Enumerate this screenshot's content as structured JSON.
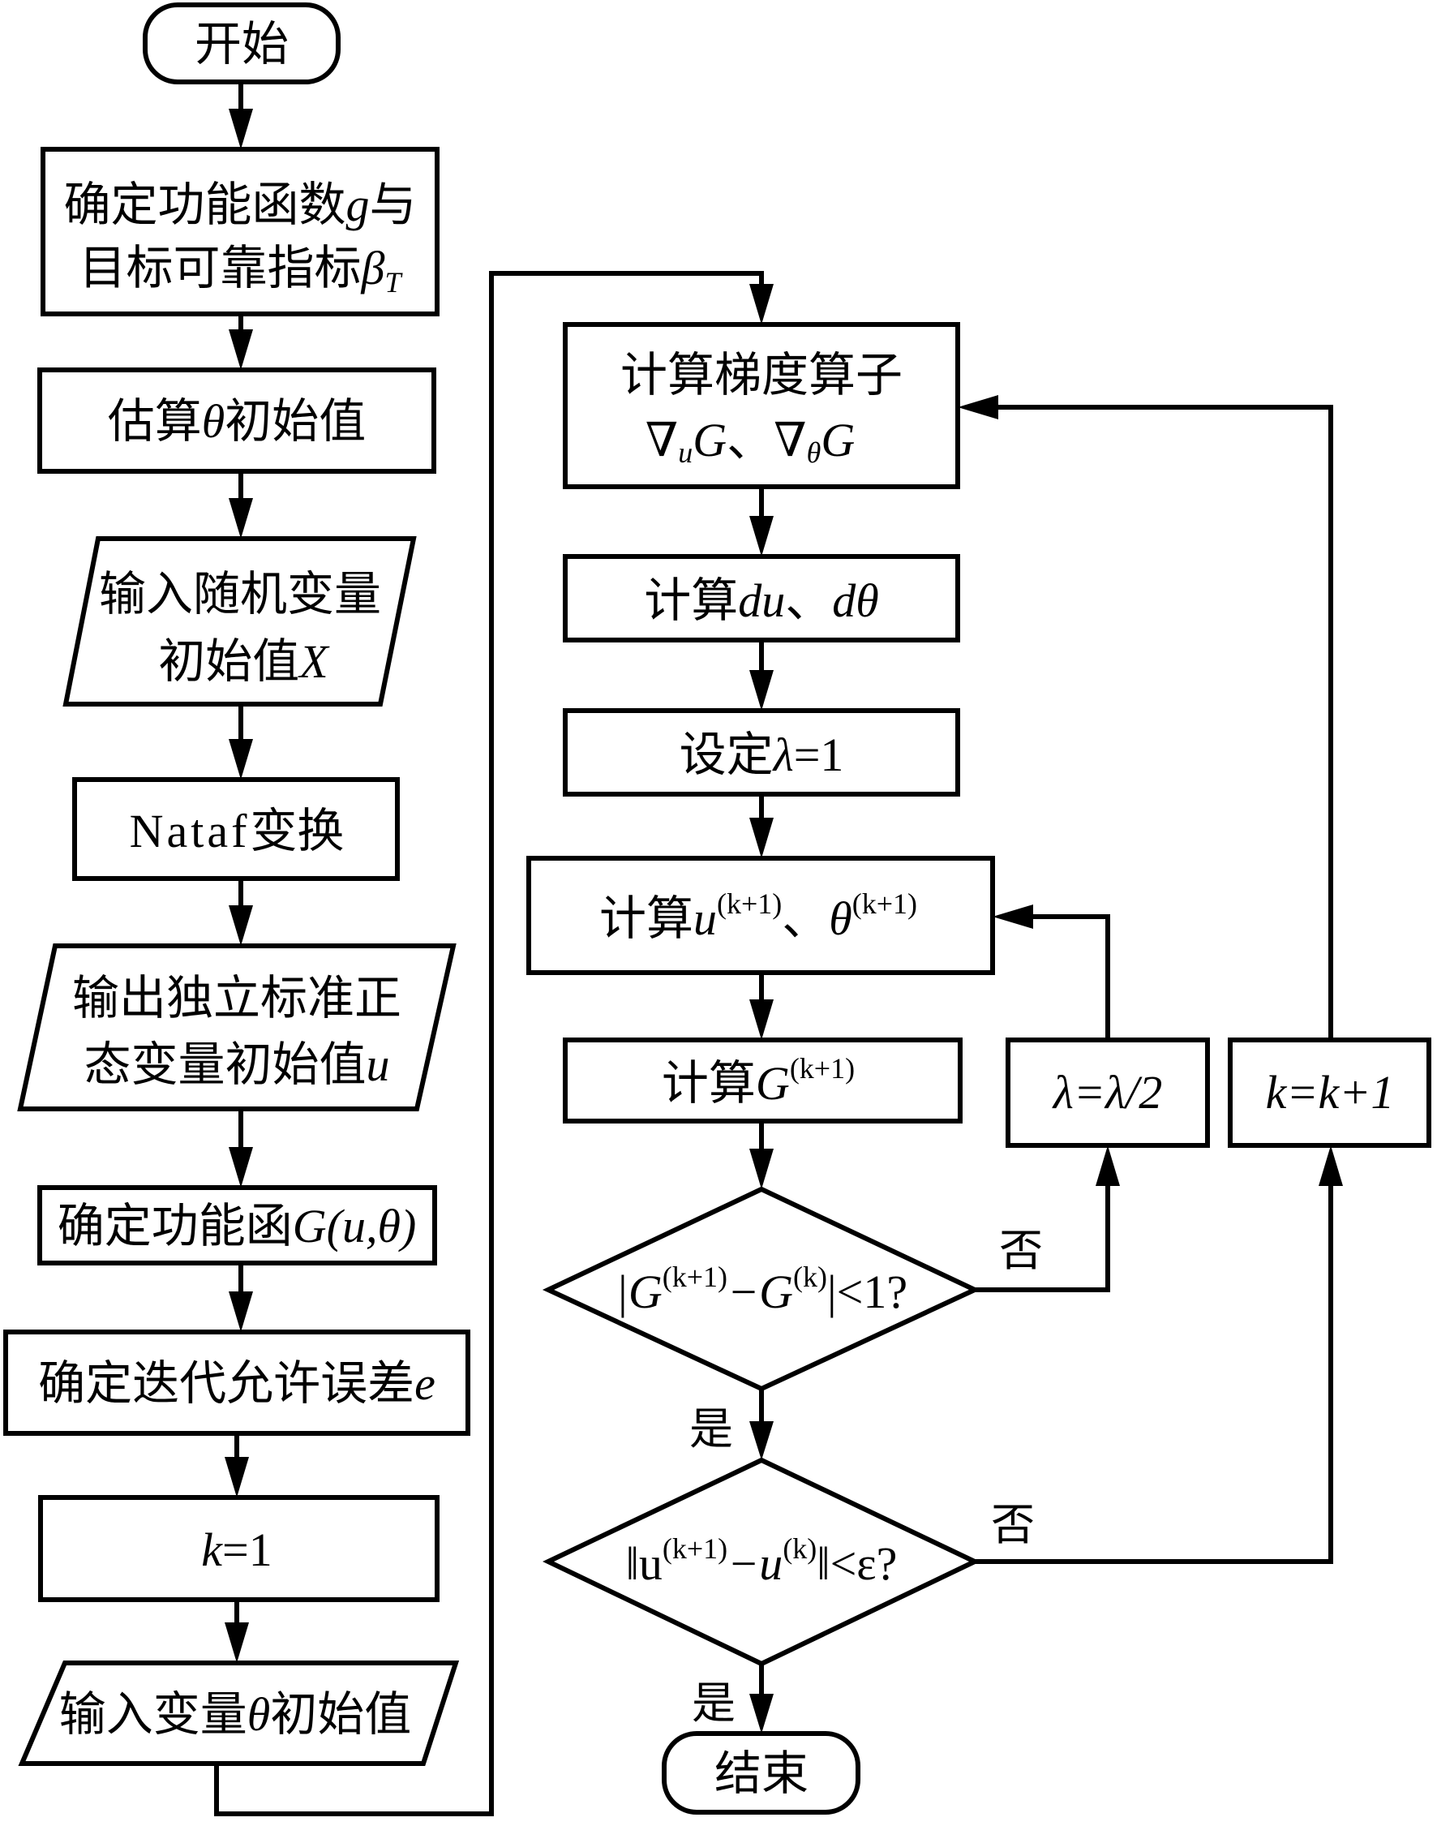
{
  "diagram": {
    "title": "Reliability-based iterative solution flowchart",
    "nodes": {
      "start": {
        "text": "开始"
      },
      "define_g": {
        "line1_cn": "确定功能函数",
        "line1_var": "g",
        "line1_tail": "与",
        "line2_cn": "目标可靠指标",
        "line2_var": "β",
        "line2_sub": "T"
      },
      "estimate_theta": {
        "pre": "估算",
        "var": "θ",
        "post": "初始值"
      },
      "input_x": {
        "line1": "输入随机变量",
        "line2_cn": "初始值",
        "line2_var": "X"
      },
      "nataf": {
        "latin": "Nataf",
        "cn": "变换"
      },
      "output_u": {
        "line1": "输出独立标准正",
        "line2_cn": "态变量初始值",
        "line2_var": "u"
      },
      "define_G": {
        "cn": "确定功能函",
        "var": "G",
        "args": "(u,θ)"
      },
      "define_e": {
        "cn": "确定迭代允许误差",
        "var": "e"
      },
      "k_init": {
        "var": "k",
        "rest": "=1"
      },
      "input_theta": {
        "pre": "输入变量",
        "var": "θ",
        "post": "初始值"
      },
      "grad": {
        "line1": "计算梯度算子",
        "nabla": "∇",
        "sub_u": "u",
        "G": "G",
        "sep": "、",
        "sub_theta": "θ"
      },
      "du_dtheta": {
        "pre": "计算",
        "a": "du",
        "sep": "、",
        "b": "dθ"
      },
      "set_lambda": {
        "pre": "设定",
        "var": "λ",
        "rest": "=1"
      },
      "update_u_theta": {
        "pre": "计算",
        "u": "u",
        "sep": "、",
        "theta": "θ",
        "sup": "(k+1)"
      },
      "compute_G": {
        "pre": "计算",
        "var": "G",
        "sup": "(k+1)"
      },
      "halve_lambda": {
        "text": "λ=λ/2"
      },
      "k_increment": {
        "text": "k=k+1"
      },
      "decision_G": {
        "text_a": "|G",
        "sup1": "(k+1)",
        "mid": "−G",
        "sup2": "(k)",
        "tail": "|<1?"
      },
      "decision_u": {
        "text_a": "‖u",
        "sup1": "(k+1)",
        "mid": "−u",
        "sup2": "(k)",
        "tail": "‖<ε?"
      },
      "end": {
        "text": "结束"
      }
    },
    "edge_labels": {
      "decision_G_no": "否",
      "decision_G_yes": "是",
      "decision_u_no": "否",
      "decision_u_yes": "是"
    }
  }
}
